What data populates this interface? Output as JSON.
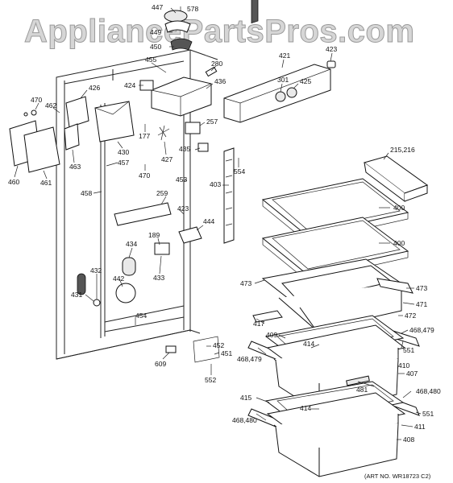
{
  "watermark": "AppliancePartsPros.com",
  "art_number": "(ART NO. WR18723 C2)",
  "callouts": [
    {
      "id": "447"
    },
    {
      "id": "578"
    },
    {
      "id": "449"
    },
    {
      "id": "450"
    },
    {
      "id": "280"
    },
    {
      "id": "421"
    },
    {
      "id": "423a",
      "text": "423"
    },
    {
      "id": "455"
    },
    {
      "id": "436"
    },
    {
      "id": "301"
    },
    {
      "id": "425"
    },
    {
      "id": "426"
    },
    {
      "id": "424"
    },
    {
      "id": "470a",
      "text": "470"
    },
    {
      "id": "462"
    },
    {
      "id": "257"
    },
    {
      "id": "177"
    },
    {
      "id": "427"
    },
    {
      "id": "430"
    },
    {
      "id": "435"
    },
    {
      "id": "215_216",
      "text": "215,216"
    },
    {
      "id": "457"
    },
    {
      "id": "554"
    },
    {
      "id": "463"
    },
    {
      "id": "460"
    },
    {
      "id": "461"
    },
    {
      "id": "470b",
      "text": "470"
    },
    {
      "id": "453"
    },
    {
      "id": "403"
    },
    {
      "id": "400a",
      "text": "400"
    },
    {
      "id": "458"
    },
    {
      "id": "259"
    },
    {
      "id": "423b",
      "text": "423"
    },
    {
      "id": "444"
    },
    {
      "id": "189"
    },
    {
      "id": "400b",
      "text": "400"
    },
    {
      "id": "434"
    },
    {
      "id": "432"
    },
    {
      "id": "433"
    },
    {
      "id": "442"
    },
    {
      "id": "473a",
      "text": "473"
    },
    {
      "id": "473b",
      "text": "473"
    },
    {
      "id": "431"
    },
    {
      "id": "471"
    },
    {
      "id": "472"
    },
    {
      "id": "454"
    },
    {
      "id": "417"
    },
    {
      "id": "468_479a",
      "text": "468,479"
    },
    {
      "id": "409"
    },
    {
      "id": "414a",
      "text": "414"
    },
    {
      "id": "551a",
      "text": "551"
    },
    {
      "id": "452"
    },
    {
      "id": "451"
    },
    {
      "id": "468_479b",
      "text": "468,479"
    },
    {
      "id": "410"
    },
    {
      "id": "609"
    },
    {
      "id": "407"
    },
    {
      "id": "552"
    },
    {
      "id": "481"
    },
    {
      "id": "468_480a",
      "text": "468,480"
    },
    {
      "id": "415"
    },
    {
      "id": "414b",
      "text": "414"
    },
    {
      "id": "551b",
      "text": "551"
    },
    {
      "id": "468_480b",
      "text": "468,480"
    },
    {
      "id": "411"
    },
    {
      "id": "408"
    }
  ]
}
